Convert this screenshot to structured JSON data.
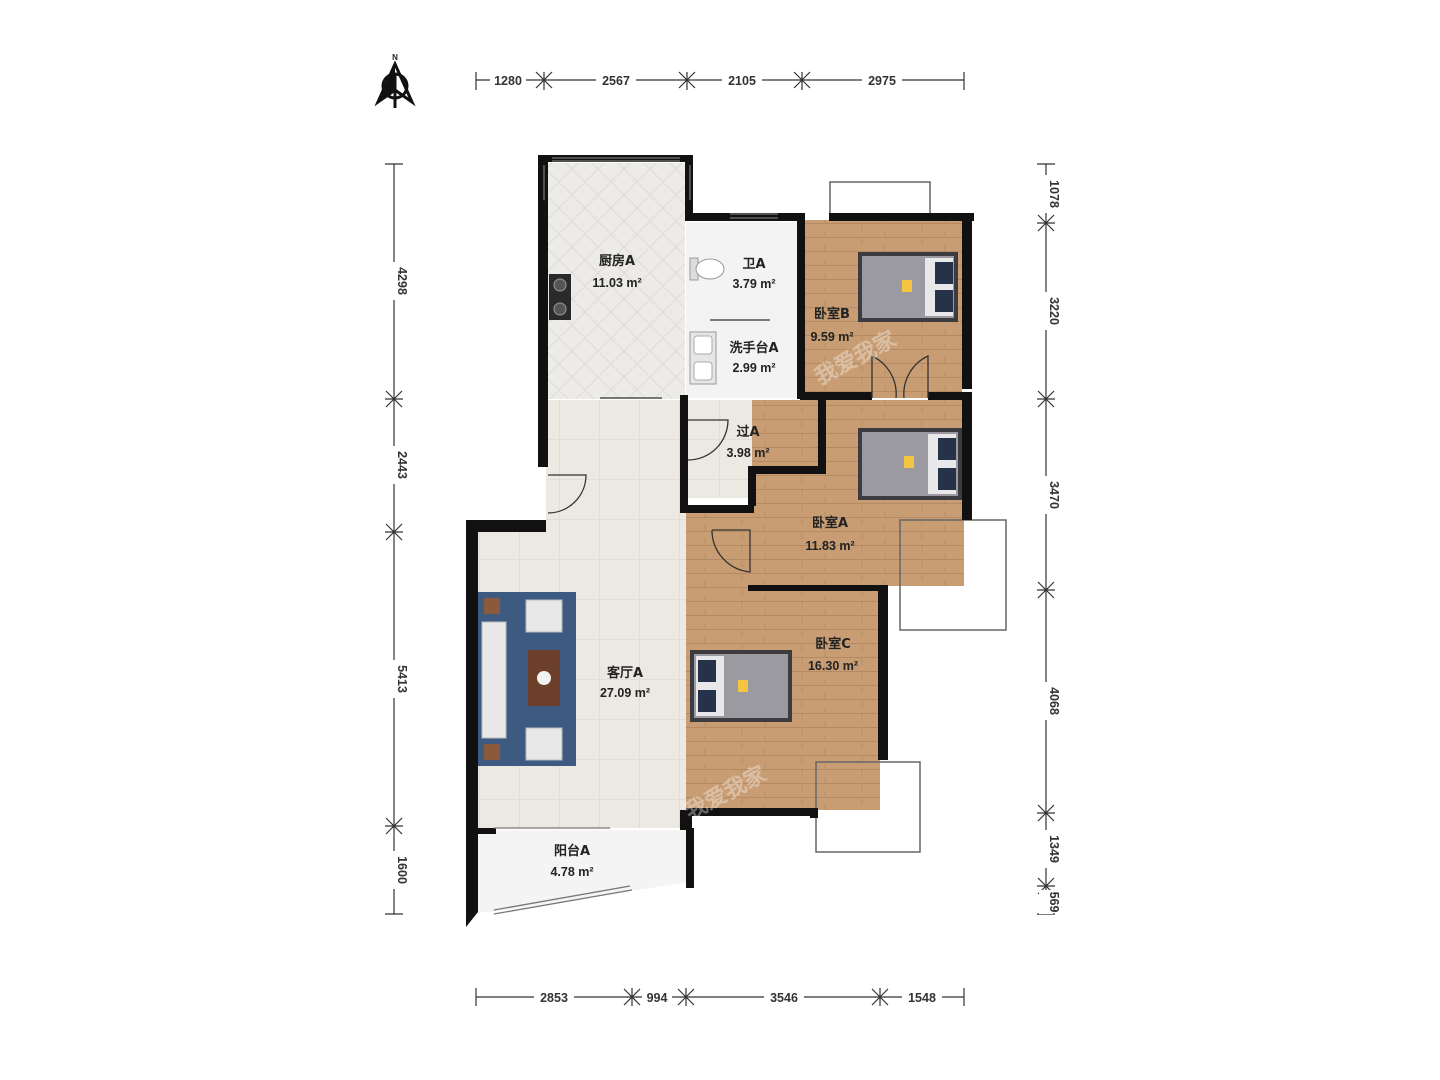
{
  "compass": {
    "label": "N"
  },
  "dims": {
    "top": [
      "1280",
      "2567",
      "2105",
      "2975"
    ],
    "bottom": [
      "2853",
      "994",
      "3546",
      "1548"
    ],
    "left": [
      "4298",
      "2443",
      "5413",
      "1600"
    ],
    "right": [
      "1078",
      "3220",
      "3470",
      "4068",
      "1349",
      "569"
    ]
  },
  "rooms": [
    {
      "id": "kitchen",
      "name": "厨房A",
      "area": "11.03 m²"
    },
    {
      "id": "bath",
      "name": "卫A",
      "area": "3.79 m²"
    },
    {
      "id": "wash",
      "name": "洗手台A",
      "area": "2.99 m²"
    },
    {
      "id": "bedroom-b",
      "name": "卧室B",
      "area": "9.59 m²"
    },
    {
      "id": "hall",
      "name": "过A",
      "area": "3.98 m²"
    },
    {
      "id": "bedroom-a",
      "name": "卧室A",
      "area": "11.83 m²"
    },
    {
      "id": "living",
      "name": "客厅A",
      "area": "27.09 m²"
    },
    {
      "id": "bedroom-c",
      "name": "卧室C",
      "area": "16.30 m²"
    },
    {
      "id": "balcony",
      "name": "阳台A",
      "area": "4.78 m²"
    }
  ],
  "watermark": {
    "text": "我爱我家"
  },
  "colors": {
    "wall": "#111111",
    "wood": "#c89d73",
    "tile": "#ecebe8",
    "carpet": "#3d5a80",
    "bed": "#8f8f93"
  }
}
